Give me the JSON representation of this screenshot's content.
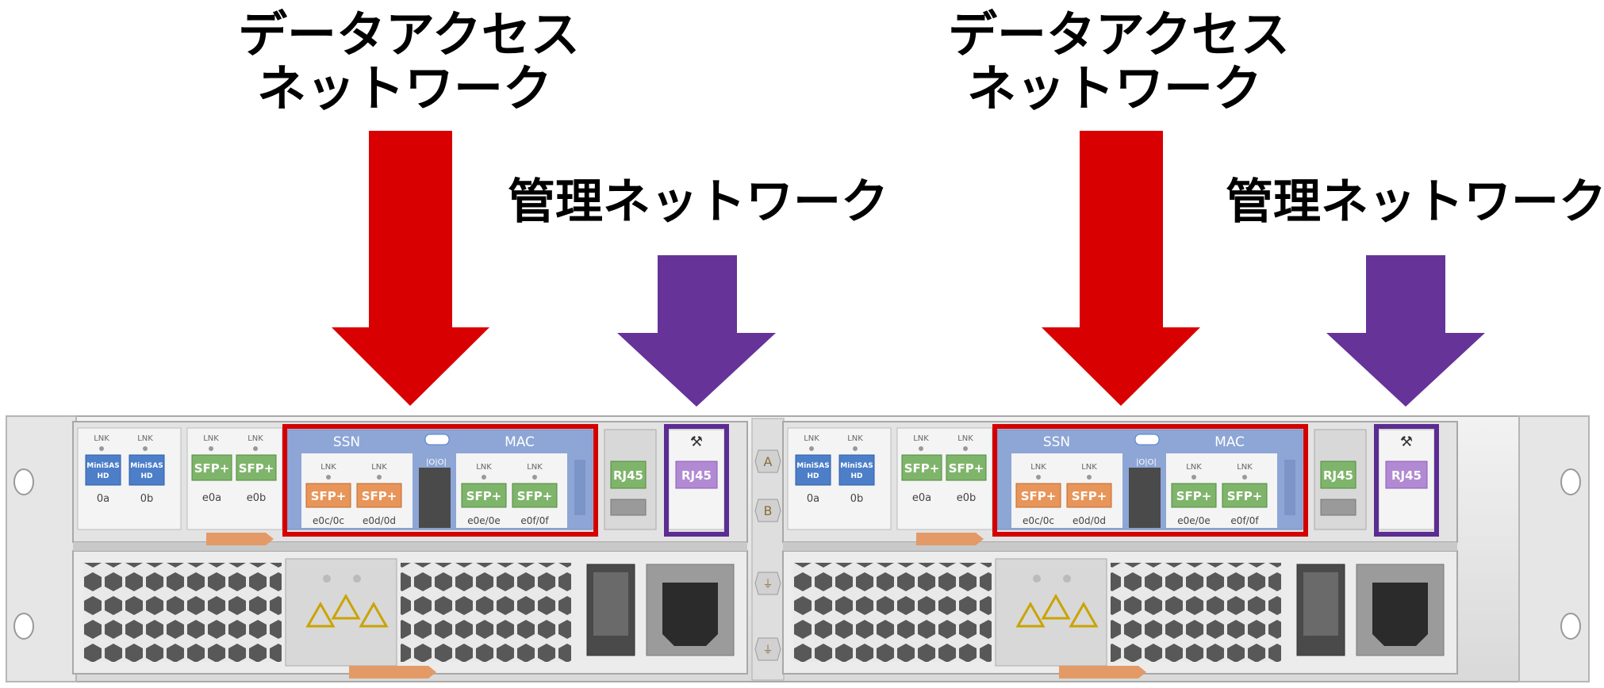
{
  "labels": {
    "data_access": "データアクセス\nネットワーク",
    "management": "管理ネットワーク"
  },
  "colors": {
    "data_arrow": "#d80000",
    "mgmt_arrow": "#663399",
    "highlight_red": "#d40000",
    "highlight_purple": "#5b2c91",
    "mezzanine_blue": "#8da6d6",
    "sfp_green": "#7fb56b",
    "sfp_orange": "#e8955a",
    "minisas_blue": "#4d7fc9",
    "rj45_mgmt": "#b28ad3"
  },
  "controllers": [
    {
      "mezz_titles": [
        "SSN",
        "MAC"
      ],
      "minisas": [
        "MiniSAS\nHD",
        "MiniSAS\nHD"
      ],
      "minisas_ports": [
        "0a",
        "0b"
      ],
      "onboard_sfp": [
        "SFP+",
        "SFP+"
      ],
      "onboard_ports": [
        "e0a",
        "e0b"
      ],
      "mezz_sfp": [
        "SFP+",
        "SFP+",
        "SFP+",
        "SFP+"
      ],
      "mezz_ports": [
        "e0c/0c",
        "e0d/0d",
        "e0e/0e",
        "e0f/0f"
      ],
      "link_label": "LNK",
      "rj45": [
        "RJ45",
        "RJ45"
      ],
      "slot_letters": [
        "A",
        "B"
      ]
    },
    {
      "mezz_titles": [
        "SSN",
        "MAC"
      ],
      "minisas": [
        "MiniSAS\nHD",
        "MiniSAS\nHD"
      ],
      "minisas_ports": [
        "0a",
        "0b"
      ],
      "onboard_sfp": [
        "SFP+",
        "SFP+"
      ],
      "onboard_ports": [
        "e0a",
        "e0b"
      ],
      "mezz_sfp": [
        "SFP+",
        "SFP+",
        "SFP+",
        "SFP+"
      ],
      "mezz_ports": [
        "e0c/0c",
        "e0d/0d",
        "e0e/0e",
        "e0f/0f"
      ],
      "link_label": "LNK",
      "rj45": [
        "RJ45",
        "RJ45"
      ],
      "slot_letters": []
    }
  ]
}
